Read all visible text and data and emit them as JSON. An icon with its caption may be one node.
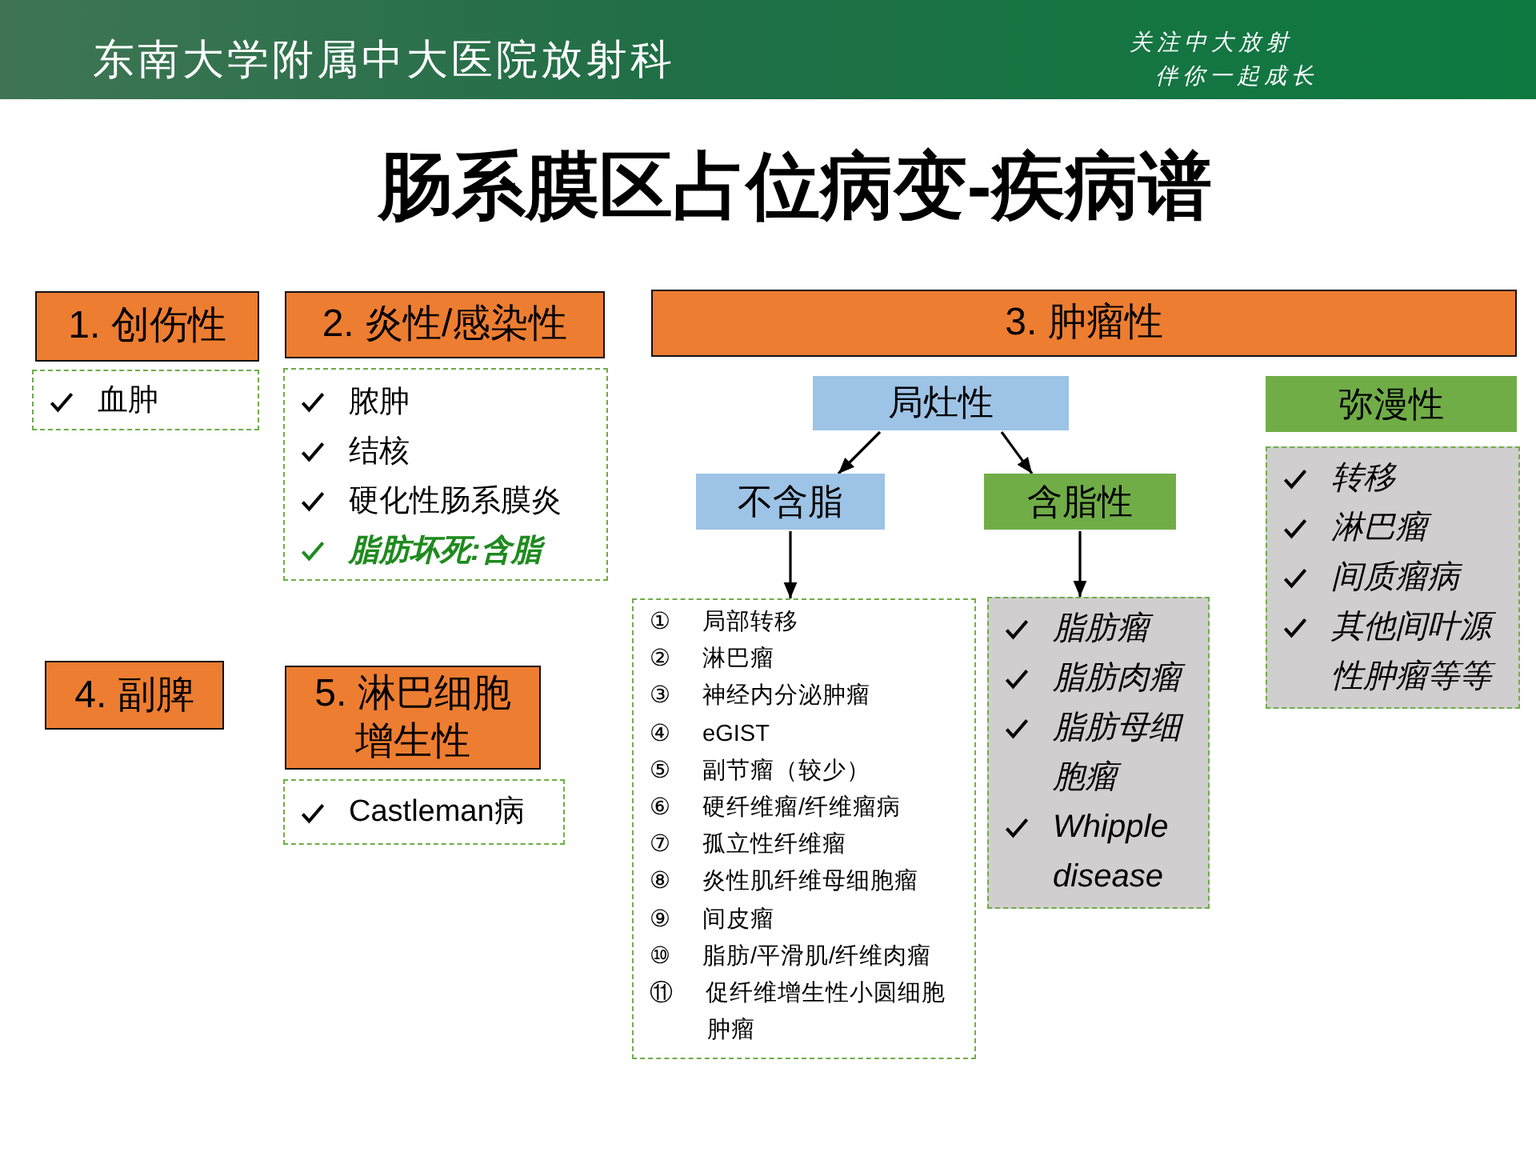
{
  "diagram": {
    "title": "肠系膜区占位病变-**疾病谱**",
    "nodes": [
      {
        "text": [
          "1. 创伤性"
        ]
      },
      {
        "text": [
          "血肿"
        ]
      },
      {
        "text": [
          "2. 炎性/感染性"
        ]
      },
      {
        "text": [
          "脓肿",
          "结核",
          "硬化性肠系膜炎",
          "脂肪坏死:含脂"
        ]
      },
      {
        "text": [
          "3. 肿瘤性"
        ]
      },
      {
        "text": [
          "局灶性"
        ]
      },
      {
        "text": [
          "弥漫性"
        ]
      },
      {
        "text": [
          "不含脂"
        ]
      },
      {
        "text": [
          "含脂性"
        ]
      },
      {
        "text": [
          "转移",
          "淋巴瘤",
          "间质瘤病",
          "其他间叶源性肿瘤等等"
        ]
      },
      {
        "text": [
          "① 局部转移",
          "② 淋巴瘤",
          "③ 神经内分泌肿瘤",
          "④ eGIST",
          "⑤ 副节瘤（较少）",
          "⑥ 硬纤维瘤/纤维瘤病",
          "⑦ 孤立性纤维瘤",
          "⑧ 炎性肌纤维母细胞瘤",
          "⑨ 间皮瘤",
          "⑩ 脂肪/平滑肌/纤维肉瘤",
          "⑪ 促纤维增生性小圆细胞肿瘤"
        ]
      },
      {
        "text": [
          "脂肪瘤",
          "脂肪肉瘤",
          "脂肪母细胞瘤",
          "Whipple disease"
        ]
      },
      {
        "text": [
          "4. 副脾"
        ]
      },
      {
        "text": [
          "5. 淋巴细胞增生性"
        ]
      },
      {
        "text": [
          "Castleman病"
        ]
      }
    ],
    "edges": [
      {
        "from": 5,
        "to": 7,
        "arrow": "to"
      },
      {
        "from": 5,
        "to": 8,
        "arrow": "to"
      },
      {
        "from": 7,
        "to": 10,
        "arrow": "to"
      },
      {
        "from": 8,
        "to": 11,
        "arrow": "to"
      }
    ],
    "labels": [
      "东南大学附属中大医院放射科",
      "关注中大放射",
      "伴你一起成长"
    ]
  }
}
